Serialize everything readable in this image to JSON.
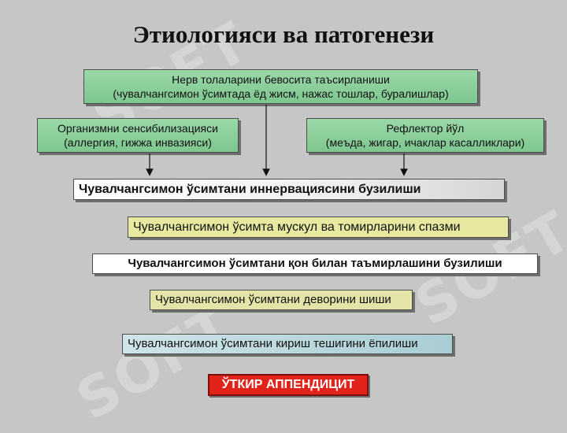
{
  "title": "Этиологияси ва патогенези",
  "watermark": "SOFT",
  "causes": {
    "top": {
      "line1": "Нерв толаларини бевосита таъсирланиши",
      "line2": "(чувалчангсимон ўсимтада ёд жисм, нажас тошлар, буралишлар)"
    },
    "left": {
      "line1": "Организмни сенсибилизацияси",
      "line2": "(аллергия, гижжа инвазияси)"
    },
    "right": {
      "line1": "Рефлектор йўл",
      "line2": "(меъда, жигар, ичаклар касалликлари)"
    }
  },
  "steps": [
    "Чувалчангсимон ўсимтани иннервациясини бузилиши",
    "Чувалчангсимон ўсимта мускул ва томирларини спазми",
    "Чувалчангсимон ўсимтани қон билан таъмирлашини бузилиши",
    "Чувалчангсимон ўсимтани деворини шиши",
    "Чувалчангсимон ўсимтани кириш тешигини ёпилиши"
  ],
  "result": "ЎТКИР АППЕНДИЦИТ",
  "colors": {
    "background": "#c6c6c6",
    "cause_box": "#8fd19e",
    "result_box": "#e2231a"
  }
}
